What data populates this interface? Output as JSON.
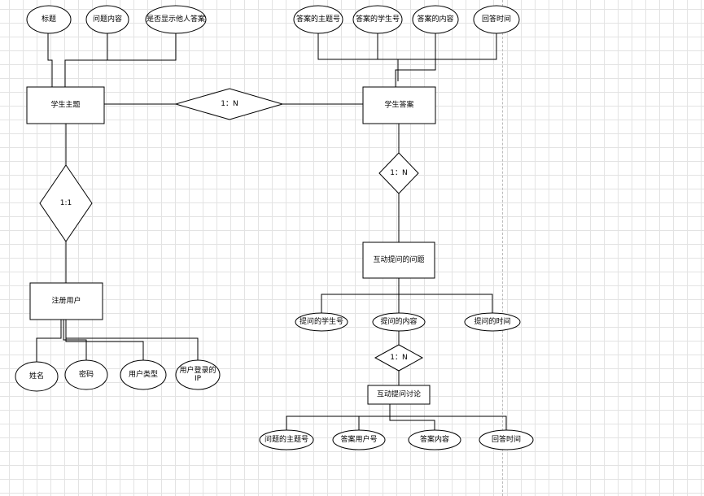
{
  "entities": {
    "student_topic": "学生主题",
    "student_answer": "学生答案",
    "registered_user": "注册用户",
    "interactive_question": "互动提问的问题",
    "interactive_discussion": "互动提问讨论"
  },
  "topic_attributes": {
    "title": "标题",
    "question_content": "问题内容",
    "show_others_answers": "是否显示他人答案"
  },
  "answer_attributes": {
    "answer_topic_no": "答案的主题号",
    "answer_student_no": "答案的学生号",
    "answer_content": "答案的内容",
    "answer_time": "回答时间"
  },
  "user_attributes": {
    "name": "姓名",
    "password": "密码",
    "user_type": "用户类型",
    "login_ip_line1": "用户登录的",
    "login_ip_line2": "IP"
  },
  "question_attributes": {
    "asker_student_no": "提问的学生号",
    "ask_content": "提问的内容",
    "ask_time": "提问的时间"
  },
  "discussion_attributes": {
    "question_topic_no": "问题的主题号",
    "answer_user_no": "答案用户号",
    "answer_content": "答案内容",
    "answer_time": "回答时间"
  },
  "relationships": {
    "topic_answer": "1：N",
    "topic_user": "1:1",
    "answer_question": "1：N",
    "question_discussion": "1：N"
  }
}
